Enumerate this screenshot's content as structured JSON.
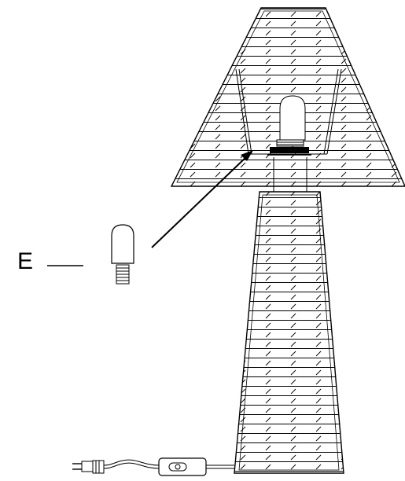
{
  "diagram": {
    "callout_label": "E",
    "colors": {
      "line": "#000000",
      "background": "#ffffff"
    },
    "parts": [
      "lamp-shade",
      "lamp-base",
      "light-bulb",
      "bulb-socket",
      "power-cord",
      "inline-switch",
      "plug"
    ]
  }
}
